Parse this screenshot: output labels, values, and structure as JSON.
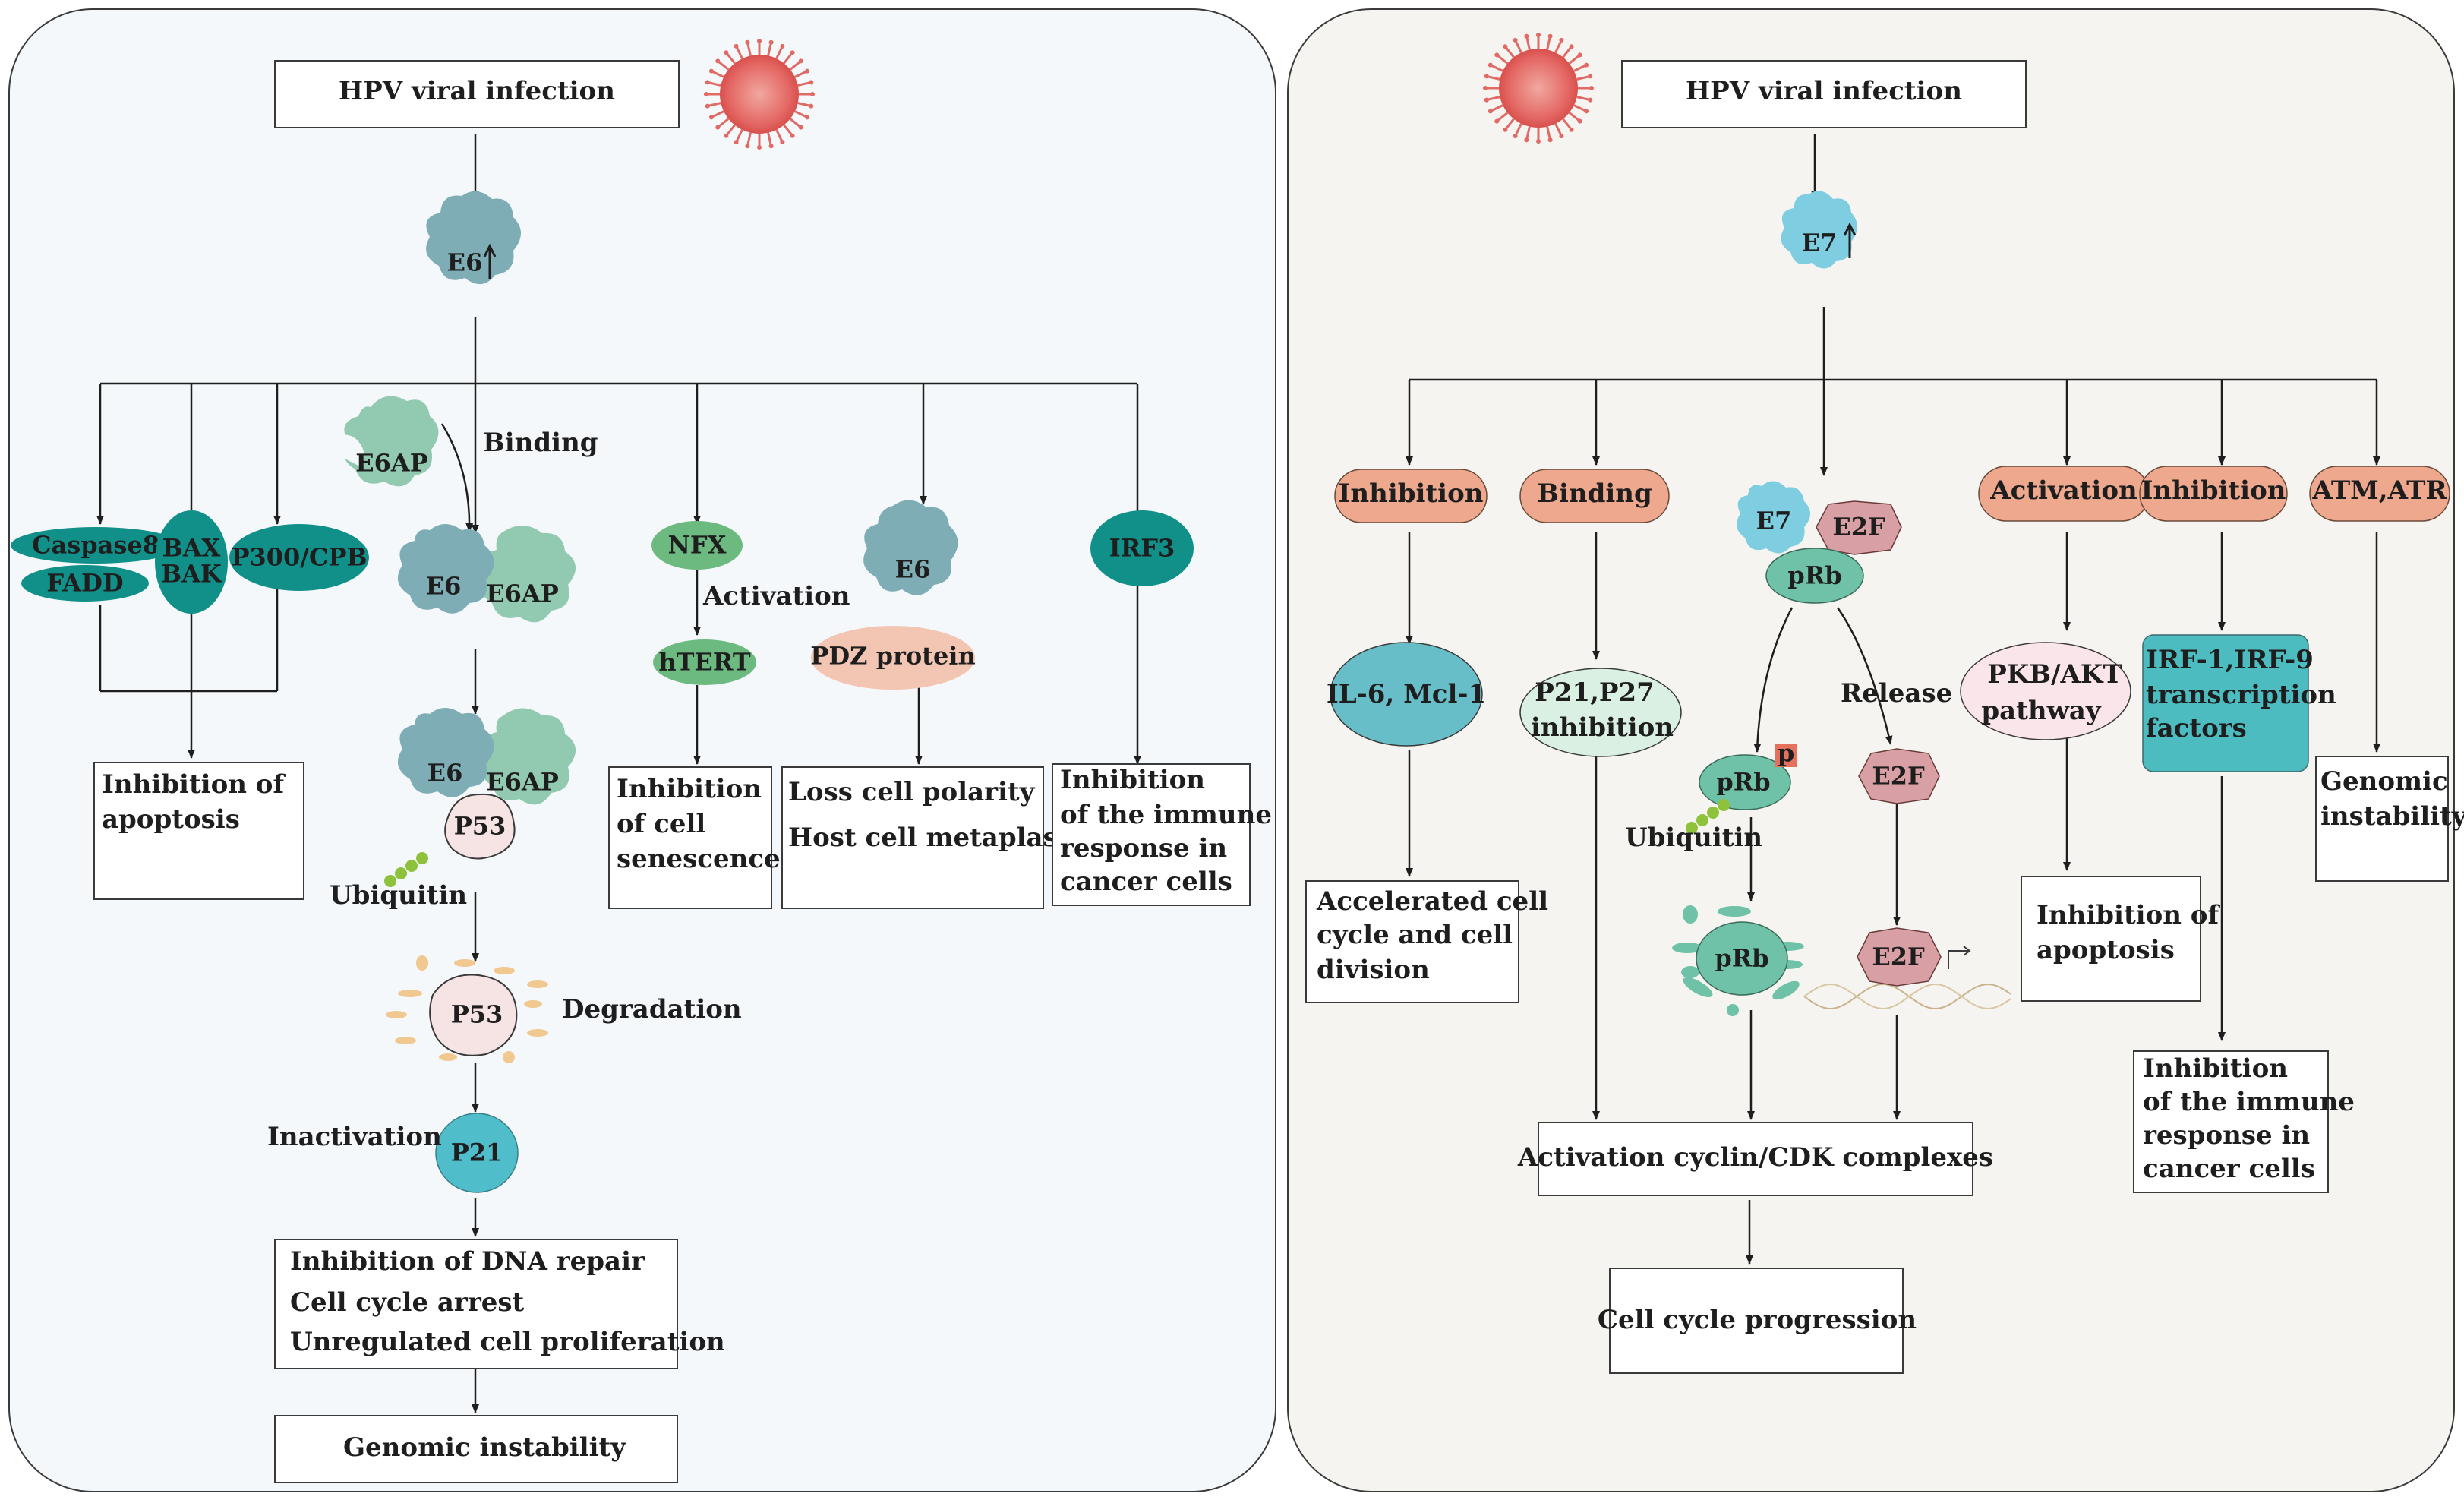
{
  "left": {
    "infection": "HPV viral infection",
    "e6": "E6",
    "e6ap": "E6AP",
    "binding": "Binding",
    "caspase8": "Caspase8",
    "fadd": "FADD",
    "bax": "BAX",
    "bak": "BAK",
    "p300": "P300/CPB",
    "apoptosis": [
      "Inhibition of",
      "apoptosis"
    ],
    "p53": "P53",
    "ubiquitin": "Ubiquitin",
    "degradation": "Degradation",
    "inactivation": "Inactivation",
    "p21": "P21",
    "outcomes": [
      "Inhibition of DNA repair",
      "Cell cycle arrest",
      "Unregulated cell proliferation"
    ],
    "genomic": "Genomic instability",
    "nfx": "NFX",
    "activation": "Activation",
    "htert": "hTERT",
    "senescence": [
      "Inhibition",
      "of cell",
      "senescence"
    ],
    "pdz": "PDZ protein",
    "polarity": [
      "Loss cell polarity",
      "Host cell metaplasia"
    ],
    "irf3": "IRF3",
    "immune": [
      "Inhibition",
      "of the immune",
      "response in",
      "cancer cells"
    ]
  },
  "right": {
    "infection": "HPV viral infection",
    "e7": "E7",
    "inhibition1": "Inhibition",
    "binding": "Binding",
    "activation": "Activation",
    "inhibition2": "Inhibition",
    "atm": "ATM,ATR",
    "il6": "IL-6, Mcl-1",
    "accelerated": [
      "Accelerated cell",
      "cycle and cell",
      "division"
    ],
    "p21p27": [
      "P21,P27",
      "inhibition"
    ],
    "e2f": "E2F",
    "prb": "pRb",
    "p": "p",
    "release": "Release",
    "ubiquitin": "Ubiquitin",
    "cdk": "Activation cyclin/CDK complexes",
    "progression": "Cell cycle progression",
    "pkb": [
      "PKB/AKT",
      "pathway"
    ],
    "apoptosis": [
      "Inhibition of",
      "apoptosis"
    ],
    "irf": [
      "IRF-1,IRF-9",
      "transcription",
      "factors"
    ],
    "immune": [
      "Inhibition",
      "of the immune",
      "response in",
      "cancer cells"
    ],
    "genomic": [
      "Genomic",
      "instability"
    ]
  },
  "colors": {
    "panel_left": "#f5f8fa",
    "panel_right": "#f5f4f0",
    "e6": "#7fadb5",
    "e6ap": "#92c9b1",
    "teal_dark": "#118f89",
    "teal_mid": "#2ba19a",
    "salmon": "#eda88e",
    "p53": "#f5e4e3",
    "p21": "#4fbdca",
    "e7": "#7fcde0",
    "e2f": "#d8a0a4",
    "prb": "#6fc2a8",
    "ubiquitin": "#8fc23c",
    "virus": "#e0605e",
    "nfx": "#6dba81",
    "pdz": "#f2c6b3",
    "il6": "#67bec8",
    "p21p27": "#d9f0e3",
    "pkb": "#fae6ea",
    "irf": "#4cbcc0",
    "degradation": "#f0c890"
  }
}
